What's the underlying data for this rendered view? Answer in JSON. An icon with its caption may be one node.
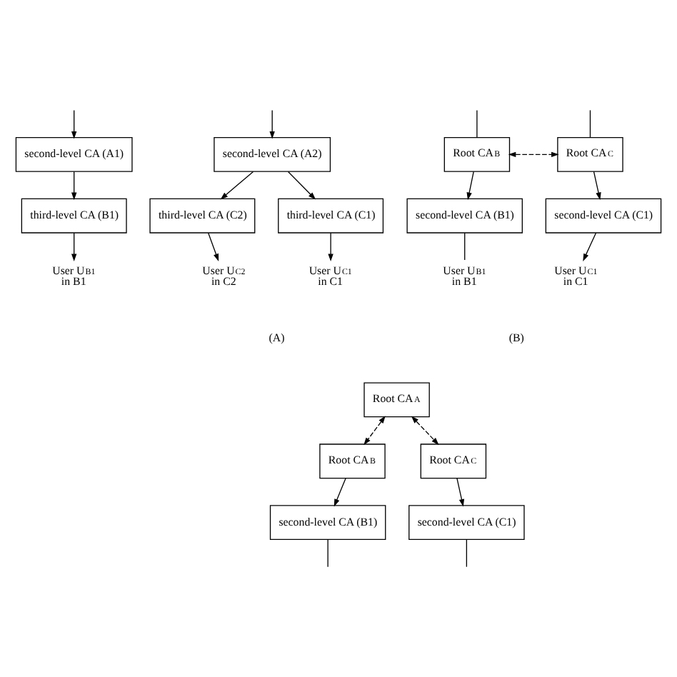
{
  "diagram": {
    "nodes": [
      {
        "text": [
          "second-level CA (A1)"
        ]
      },
      {
        "text": [
          "third-level CA (B1)"
        ]
      },
      {
        "text": [
          "User U$_{B1}$ in B1"
        ]
      },
      {
        "text": [
          "second-level CA (A2)"
        ]
      },
      {
        "text": [
          "third-level CA (C1)"
        ]
      },
      {
        "text": [
          "third-level CA (C2)"
        ]
      },
      {
        "text": [
          "User U$_{C1}$ in C1"
        ]
      },
      {
        "text": [
          "User U$_{C2}$ in C2"
        ]
      },
      {
        "text": [
          "Root CA$_{B}$"
        ]
      },
      {
        "text": [
          "Root CA$_{C}$"
        ]
      },
      {
        "text": [
          "second-level CA (B1)"
        ]
      },
      {
        "text": [
          "second-level CA (C1)"
        ]
      },
      {
        "text": [
          "User U$_{B1}$ in B1"
        ]
      },
      {
        "text": [
          "User U$_{C1}$ in C1"
        ]
      },
      {
        "text": [
          "Root CA$_{A}$"
        ]
      },
      {
        "text": [
          "Root CA$_{B}$"
        ]
      },
      {
        "text": [
          "Root CA$_{C}$"
        ]
      },
      {
        "text": [
          "second-level CA (B1)"
        ]
      },
      {
        "text": [
          "second-level CA (C1)"
        ]
      }
    ],
    "edges": [
      {
        "from": null,
        "to": 0,
        "arrow": "to"
      },
      {
        "from": 0,
        "to": 1,
        "arrow": "to"
      },
      {
        "from": 1,
        "to": 2,
        "arrow": "to"
      },
      {
        "from": null,
        "to": 3,
        "arrow": "to"
      },
      {
        "from": 3,
        "to": 4,
        "arrow": "to"
      },
      {
        "from": 3,
        "to": 5,
        "arrow": "to"
      },
      {
        "from": 4,
        "to": 6,
        "arrow": "to"
      },
      {
        "from": 5,
        "to": 7,
        "arrow": "to"
      },
      {
        "from": null,
        "to": 8,
        "arrow": "none"
      },
      {
        "from": null,
        "to": 9,
        "arrow": "none"
      },
      {
        "from": 8,
        "to": 9,
        "arrow": "both",
        "style": "dashed"
      },
      {
        "from": 8,
        "to": 10,
        "arrow": "to"
      },
      {
        "from": 9,
        "to": 11,
        "arrow": "to"
      },
      {
        "from": 10,
        "to": 12,
        "arrow": "none"
      },
      {
        "from": 11,
        "to": 13,
        "arrow": "to"
      },
      {
        "from": 14,
        "to": 15,
        "arrow": "both",
        "style": "dashed"
      },
      {
        "from": 14,
        "to": 16,
        "arrow": "both",
        "style": "dashed"
      },
      {
        "from": 15,
        "to": 17,
        "arrow": "to"
      },
      {
        "from": 16,
        "to": 18,
        "arrow": "to"
      },
      {
        "from": 17,
        "to": null,
        "arrow": "none"
      },
      {
        "from": 18,
        "to": null,
        "arrow": "none"
      }
    ],
    "labels": [
      "(A)",
      "(B)"
    ]
  }
}
